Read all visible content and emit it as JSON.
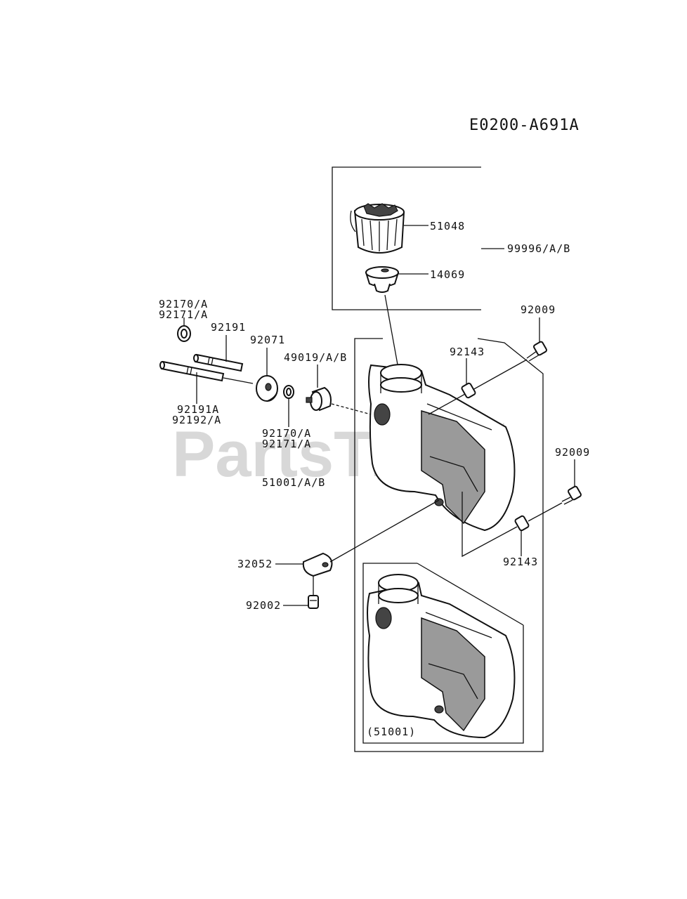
{
  "diagram": {
    "code": "E0200-A691A",
    "watermark": "PartsTree",
    "watermark_mark": "™",
    "labels": {
      "cap": "51048",
      "cap_kit": "99996/A/B",
      "gasket": "14069",
      "bolt_upper": "92009",
      "collar_upper": "92143",
      "bolt_lower": "92009",
      "collar_lower": "92143",
      "grommet_top_a": "92170/A",
      "grommet_top_b": "92171/A",
      "hose_upper": "92191",
      "grommet_plate": "92071",
      "filter": "49019/A/B",
      "hose_lower_a": "92191A",
      "hose_lower_b": "92192/A",
      "grommet_mid_a": "92170/A",
      "grommet_mid_b": "92171/A",
      "tank": "51001/A/B",
      "bracket": "32052",
      "bolt_bracket": "92002",
      "tank_alt": "(51001)"
    }
  }
}
